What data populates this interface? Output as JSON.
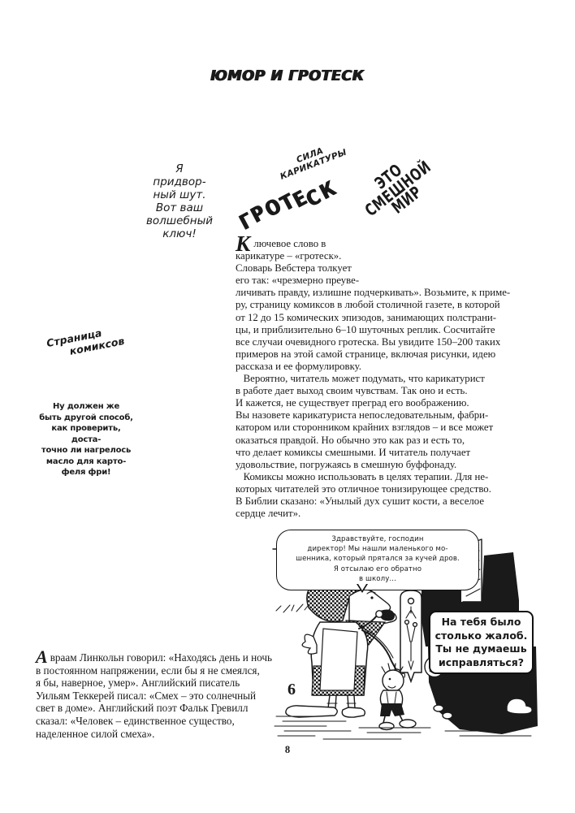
{
  "page": {
    "title": "ЮМОР И ГРОТЕСК",
    "page_number": "8"
  },
  "annotations": {
    "jester_note": "Я\nпридвор-\nный шут.\nВот ваш\nволшебный\nключ!",
    "caricature_power": "СИЛА\nКАРИКАТУРЫ",
    "grotesque_word": "ГРОТЕСК",
    "funny_world": "ЭТО\nСМЕШНОЙ\nМИР",
    "comics_page_line1": "Страница",
    "comics_page_line2": "комиксов",
    "fries_caption": "Ну должен же\nбыть другой способ,\nкак проверить, доста-\nточно ли нагрелось\nмасло для карто-\nфеля фри!"
  },
  "article": {
    "dropcap": "К",
    "text": "лючевое слово в\nкарикатуре – «гротеск».\nСловарь Вебстера толкует\nего так: «чрезмерно преуве-\nличивать правду, излишне подчеркивать». Возьмите, к приме-\nру, страницу комиксов в любой столичной газете, в которой\nот 12 до 15 комических эпизодов, занимающих полстрани-\nцы, и приблизительно 6–10 шуточных реплик. Сосчитайте\nвсе случаи очевидного гротеска. Вы увидите 150–200 таких\nпримеров на этой самой странице, включая рисунки, идею\nрассказа и ее формулировку.\n   Вероятно, читатель может подумать, что карикатурист\nв работе дает выход своим чувствам. Так оно и есть.\nИ кажется, не существует преград его воображению.\nВы назовете карикатуриста непоследовательным, фабри-\nкатором или сторонником крайних взглядов – и все может\nоказаться правдой. Но обычно это как раз и есть то,\nчто делает комиксы смешными. И читатель получает\nудовольствие, погружаясь в смешную буффонаду.\n   Комиксы можно использовать в целях терапии. Для не-\nкоторых читателей это отличное тонизирующее средство.\nВ Библии сказано: «Унылый дух сушит кости, а веселое\nсердце лечит»."
  },
  "quote_block": {
    "dropcap": "А",
    "text": "враам Линкольн говорил: «Находясь день и ночь\nв постоянном напряжении, если бы я не смеялся,\nя бы, наверное, умер». Английский писатель\nУильям Теккерей писал: «Смех – это солнечный\nсвет в доме». Английский поэт Фальк Гревилл\nсказал: «Человек – единственное существо,\nнаделенное силой смеха»."
  },
  "cartoon": {
    "speech_principal": "Здравствуйте, господин\nдиректор! Мы нашли маленького мо-\nшенника, который прятался за кучей дров.\nЯ отсылаю его обратно\nв школу...",
    "speech_reply": "На тебя было\nстолько жалоб.\nТы не думаешь\nисправляться?",
    "panel_number": "6"
  },
  "colors": {
    "ink": "#1a1a1a",
    "paper": "#ffffff"
  }
}
